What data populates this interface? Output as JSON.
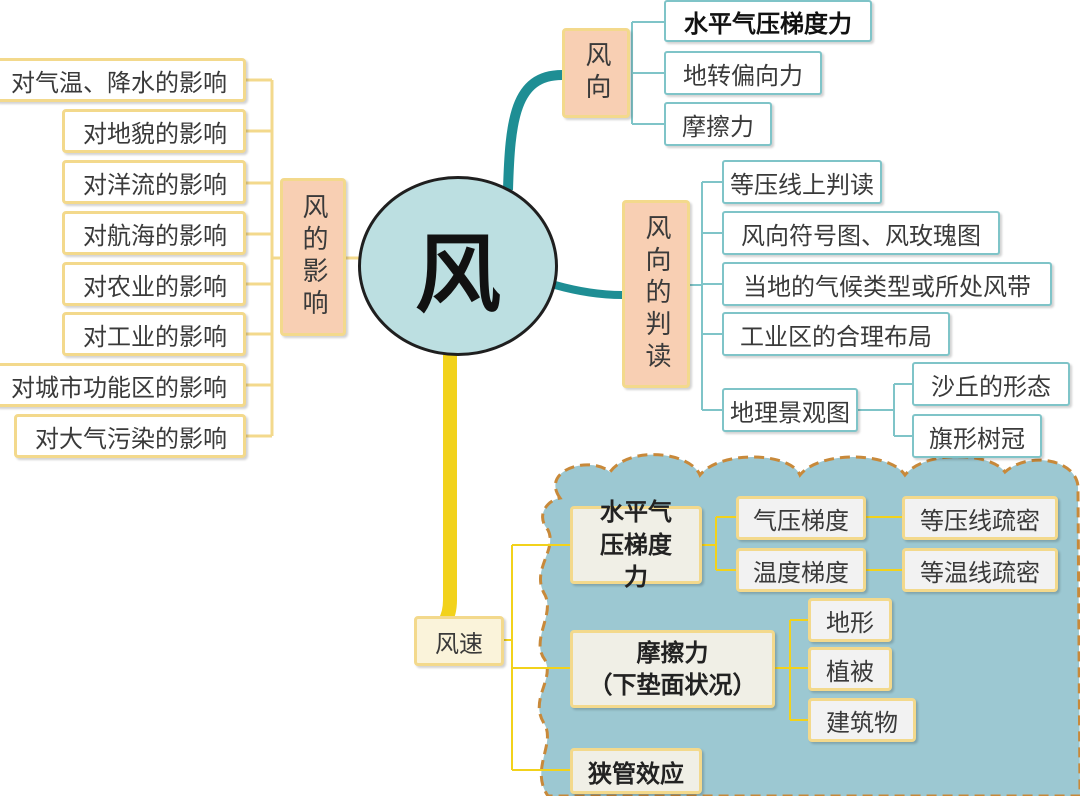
{
  "center": "风",
  "left": {
    "hub": "风的影响",
    "items": [
      "对气温、降水的影响",
      "对地貌的影响",
      "对洋流的影响",
      "对航海的影响",
      "对农业的影响",
      "对工业的影响",
      "对城市功能区的影响",
      "对大气污染的影响"
    ]
  },
  "direction": {
    "hub": "风向",
    "items": [
      "水平气压梯度力",
      "地转偏向力",
      "摩擦力"
    ]
  },
  "reading": {
    "hub": "风向的判读",
    "items": [
      "等压线上判读",
      "风向符号图、风玫瑰图",
      "当地的气候类型或所处风带",
      "工业区的合理布局",
      "地理景观图"
    ],
    "landscape": [
      "沙丘的形态",
      "旗形树冠"
    ]
  },
  "speed": {
    "hub": "风速",
    "pgf": "水平气压梯度力",
    "gradients": [
      "气压梯度",
      "温度梯度"
    ],
    "isolines": [
      "等压线疏密",
      "等温线疏密"
    ],
    "friction_line1": "摩擦力",
    "friction_line2": "（下垫面状况）",
    "surfaces": [
      "地形",
      "植被",
      "建筑物"
    ],
    "canyon": "狭管效应"
  },
  "colors": {
    "teal_line": "#1e8e94",
    "yellow_line": "#f2d21b",
    "box_border": "#f3d98c",
    "hub_fill": "#f8cfb3",
    "cloud_fill": "#9cc8d2",
    "center_fill": "#bcdfe1"
  }
}
